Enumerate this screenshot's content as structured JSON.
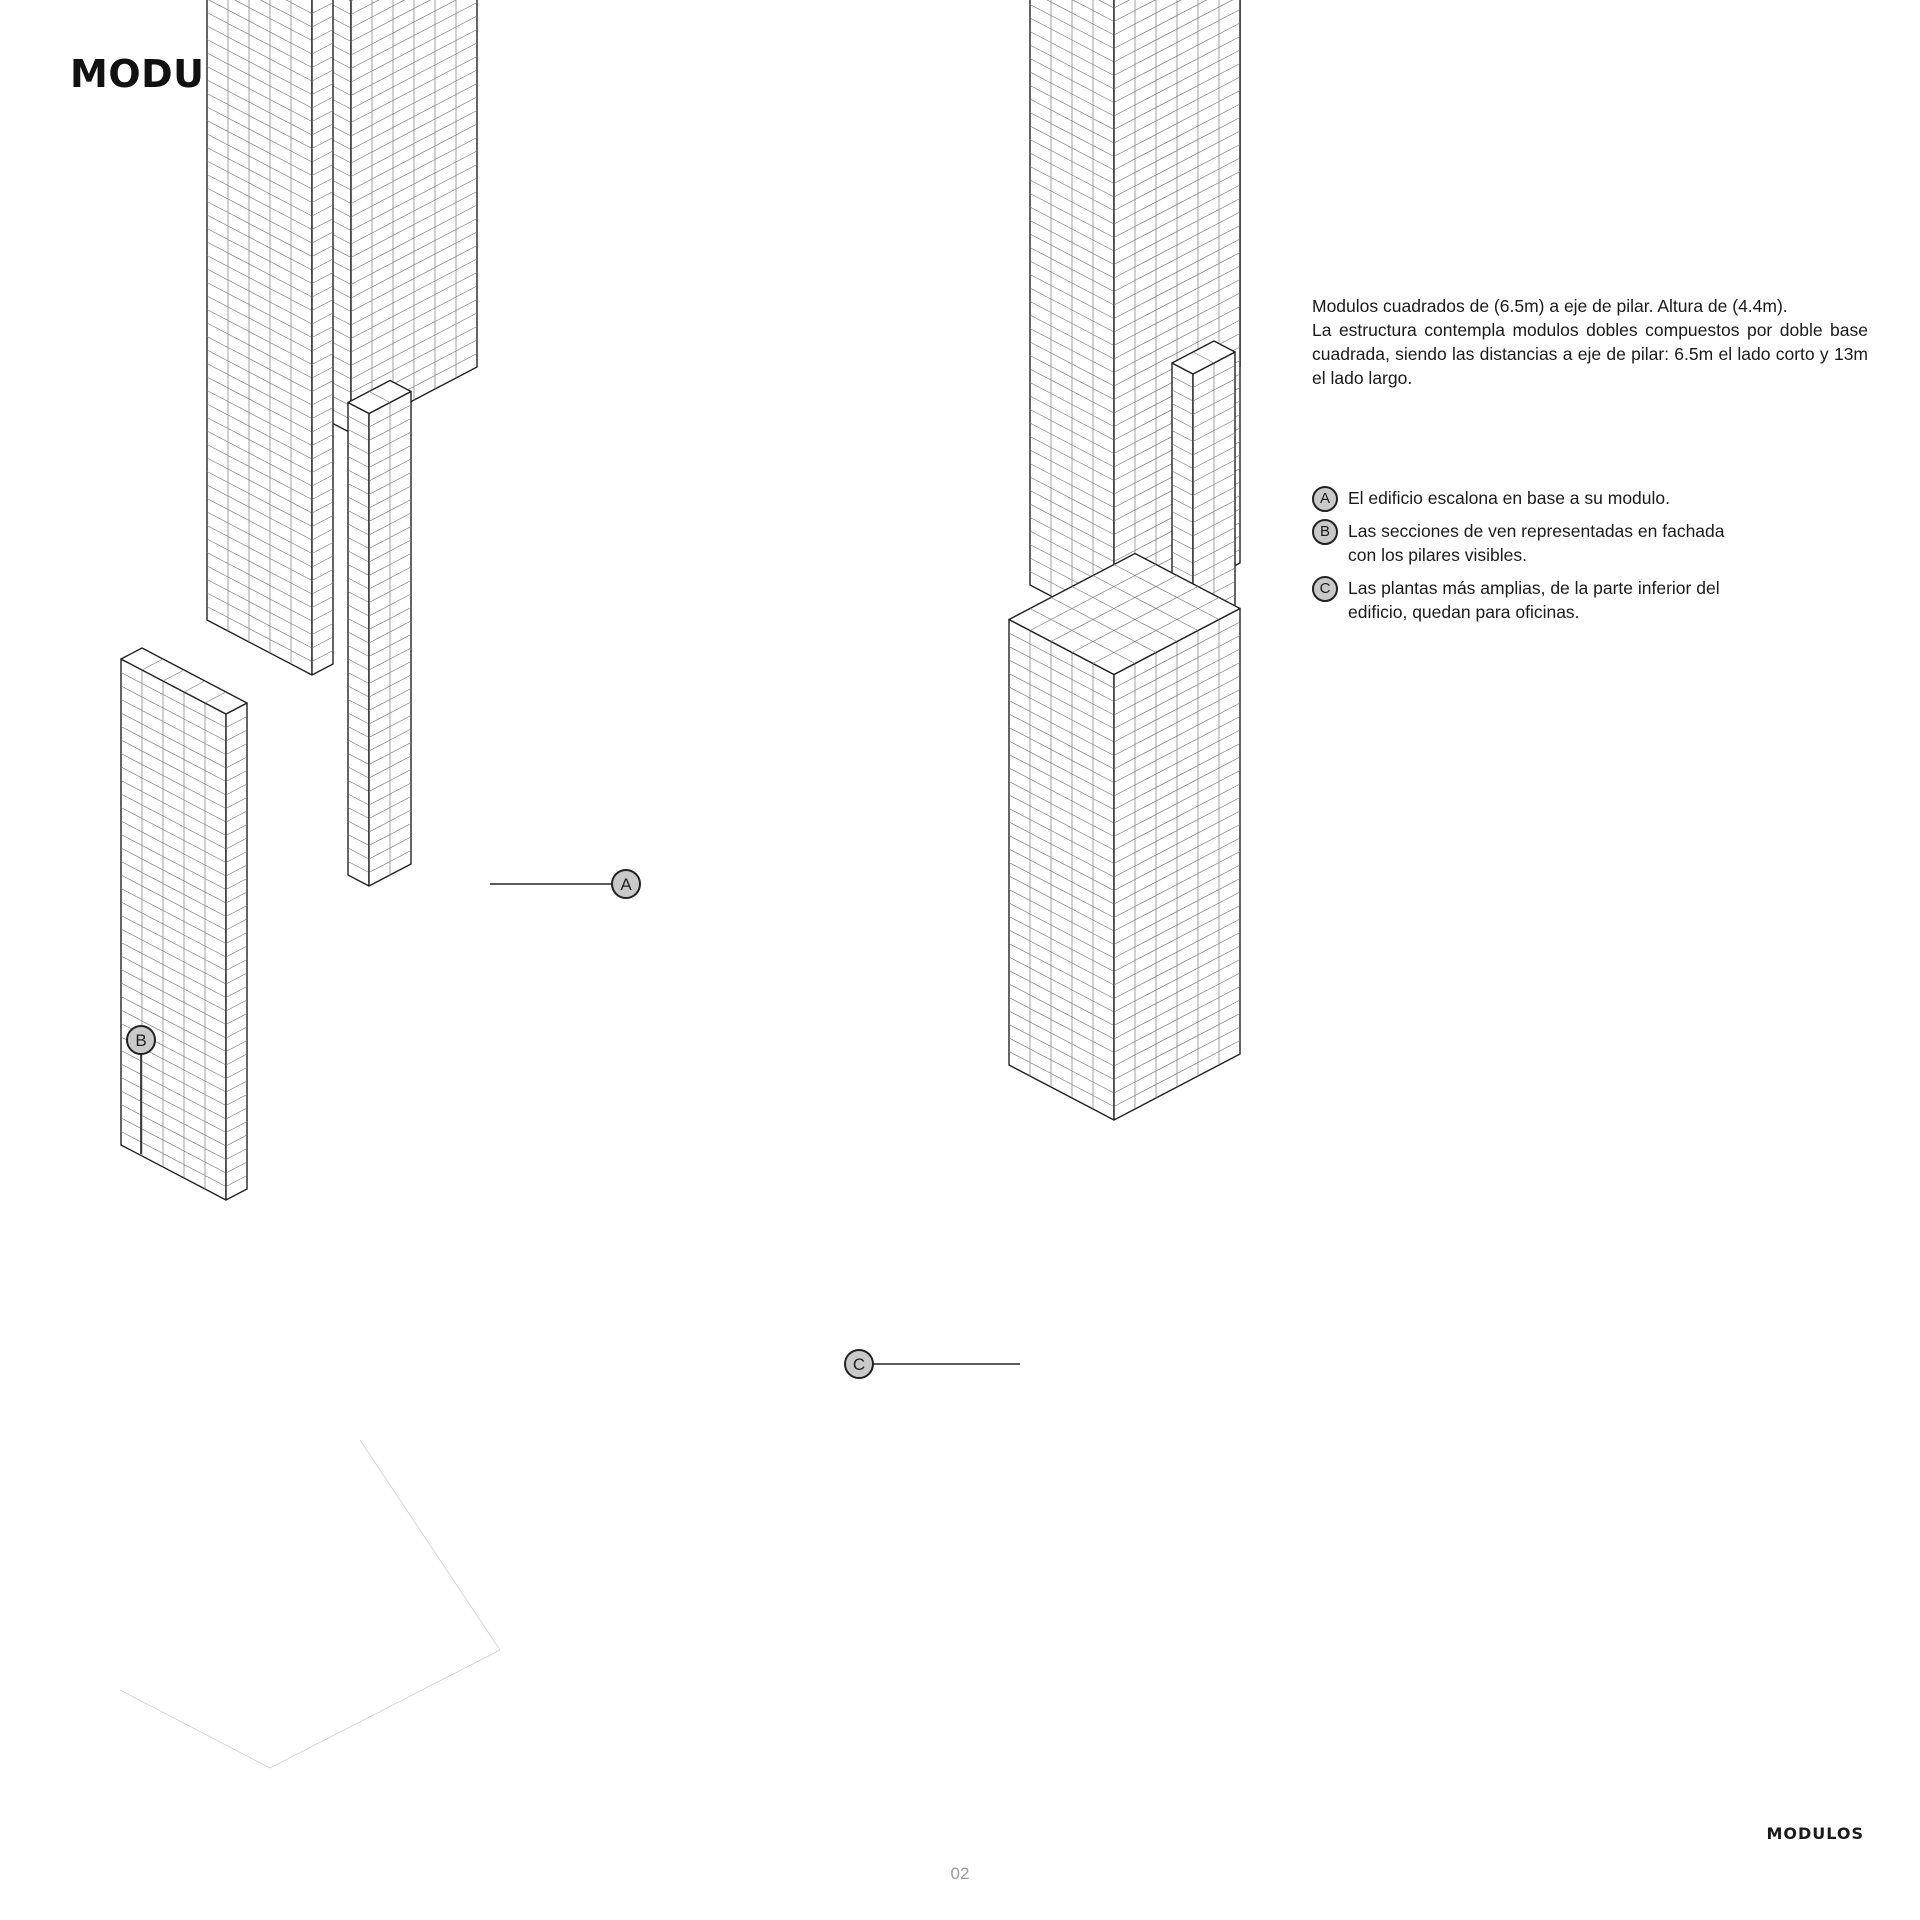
{
  "page": {
    "title": "MODULACIÓN.",
    "footer_label": "MODULOS",
    "page_number": "02"
  },
  "description": {
    "line1": "Modulos cuadrados de (6.5m) a eje de pilar. Altura de (4.4m).",
    "paragraph": "La estructura contempla modulos dobles compuestos por doble base cuadrada, siendo las distancias a eje de pilar: 6.5m el lado corto y 13m el lado largo."
  },
  "legend": [
    {
      "letter": "A",
      "text": "El edificio escalona en base a su modulo."
    },
    {
      "letter": "B",
      "text": "Las secciones de ven representadas en fachada con los pilares visibles."
    },
    {
      "letter": "C",
      "text": "Las plantas más amplias, de la parte inferior del edificio, quedan para oficinas."
    }
  ],
  "callouts": {
    "a": "A",
    "b": "B",
    "c": "C"
  },
  "colors": {
    "line": "#222222",
    "grid": "#7a7a7a",
    "badge_fill": "#c9c9c9"
  }
}
